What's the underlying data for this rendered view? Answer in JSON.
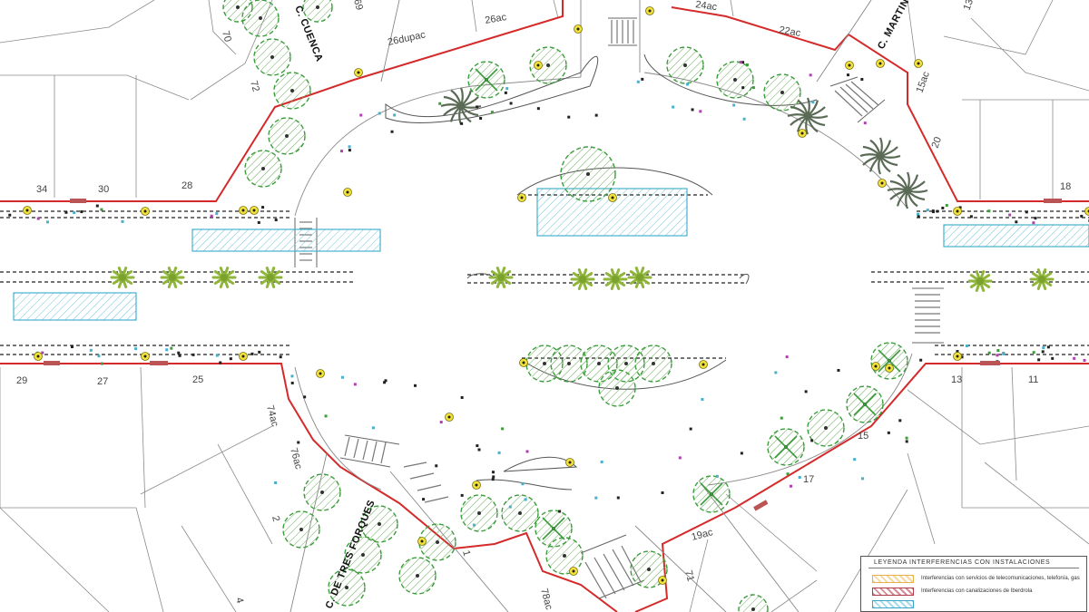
{
  "plot_numbers": {
    "n34": "34",
    "n30": "30",
    "n28": "28",
    "n29": "29",
    "n27": "27",
    "n25": "25",
    "n18": "18",
    "n13": "13",
    "n11": "11",
    "n15": "15",
    "n17": "17",
    "n70": "70",
    "n69": "69",
    "n72": "72",
    "n26dupac": "26dupac",
    "n26ac": "26ac",
    "n24ac": "24ac",
    "n22ac": "22ac",
    "n13top": "13",
    "n15ac": "15ac",
    "n20": "20",
    "n74ac": "74ac",
    "n76ac": "76ac",
    "n2": "2",
    "n4": "4",
    "n1": "1",
    "n78ac": "78ac",
    "n71": "71",
    "n19ac": "19ac"
  },
  "streets": {
    "cuenca": "C. CUENCA",
    "martinez": "C. MARTINEZ",
    "tres_forques": "C. DE TRES FORQUES"
  },
  "legend": {
    "title": "Leyenda interferencias con instalaciones",
    "items": [
      {
        "label": "Interferencias con servicios de telecomunicaciones, telefonía, gas",
        "color": "#e8b04a"
      },
      {
        "label": "Interferencias con canalizaciones de Iberdrola",
        "color": "#b23b4b"
      },
      {
        "label": "",
        "color": "#3aa6c8"
      }
    ]
  },
  "colors": {
    "boundary": "#d42a2a",
    "tree": "#3c9c3c",
    "water": "#45b0cf",
    "palm": "#5a6a55",
    "shrub": "#9bbf3a",
    "cad_line": "#777777"
  }
}
